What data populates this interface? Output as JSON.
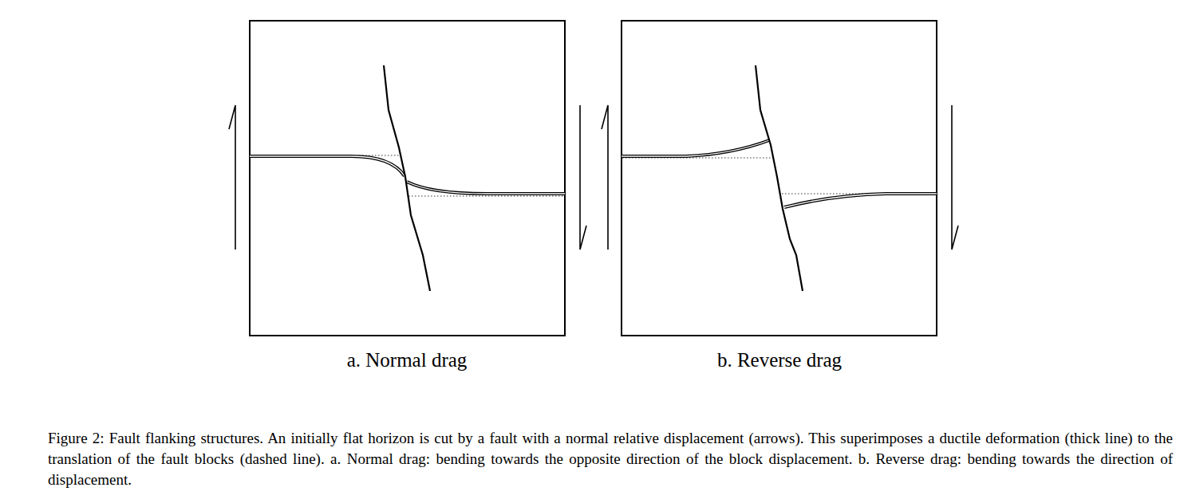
{
  "diagram": {
    "caption": "Figure 2: Fault flanking structures. An initially flat horizon is cut by a fault with a normal relative displacement (arrows). This superimposes a ductile deformation (thick line) to the translation of the fault blocks (dashed line). a. Normal drag: bending towards the opposite direction of the block displacement. b. Reverse drag: bending towards the direction of displacement.",
    "labels": [
      "a. Normal drag",
      "b. Reverse drag"
    ]
  }
}
